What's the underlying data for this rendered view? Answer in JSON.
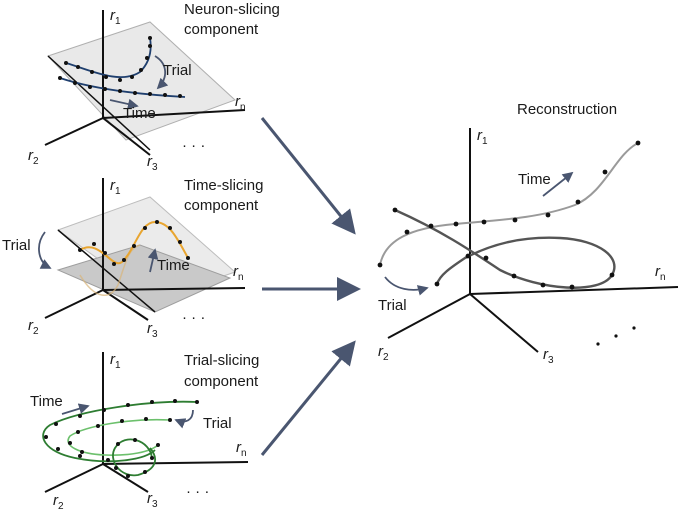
{
  "panels": {
    "neuron": {
      "title_line1": "Neuron-slicing",
      "title_line2": "component",
      "trial_label": "Trial",
      "time_label": "Time"
    },
    "time": {
      "title_line1": "Time-slicing",
      "title_line2": "component",
      "trial_label": "Trial",
      "time_label": "Time"
    },
    "trial": {
      "title_line1": "Trial-slicing",
      "title_line2": "component",
      "trial_label": "Trial",
      "time_label": "Time"
    },
    "reconstruction": {
      "title": "Reconstruction",
      "trial_label": "Trial",
      "time_label": "Time"
    }
  },
  "axes": {
    "r1": {
      "base": "r",
      "sub": "1"
    },
    "r2": {
      "base": "r",
      "sub": "2"
    },
    "r3": {
      "base": "r",
      "sub": "3"
    },
    "rn": {
      "base": "r",
      "sub": "n"
    },
    "ellipsis": "· · ·"
  },
  "colors": {
    "axis": "#111111",
    "arrow": "#4a5670",
    "neuron_curve": "#1f3f6e",
    "time_curve": "#e8a530",
    "trial_curve_dark": "#2e7d32",
    "trial_curve_light": "#6cc06c",
    "recon_curve": "#555555",
    "recon_light": "#9a9a9a",
    "plane_light": "#e9e9e9",
    "plane_dark": "#c9c9c9"
  }
}
